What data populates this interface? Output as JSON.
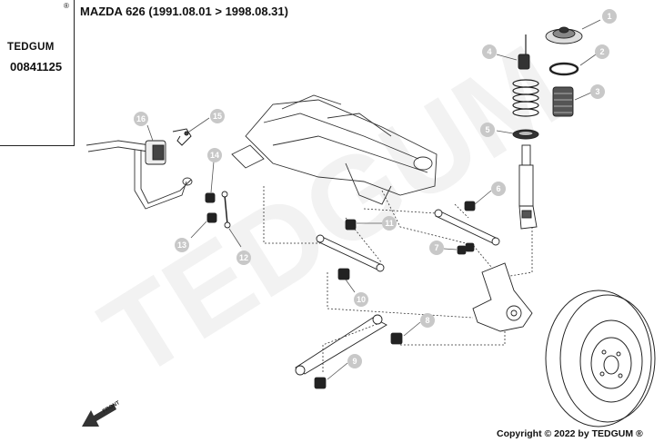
{
  "header": {
    "title": "MAZDA 626 (1991.08.01 > 1998.08.31)"
  },
  "logo": {
    "brand": "TEDGUM",
    "reg_mark": "®",
    "part_number": "00841125"
  },
  "front_label": "FRONT",
  "footer": {
    "copyright": "Copyright © 2022 by TEDGUM ®"
  },
  "watermark": "TEDGUM",
  "callouts": [
    "1",
    "2",
    "3",
    "4",
    "5",
    "6",
    "7",
    "8",
    "9",
    "10",
    "11",
    "12",
    "13",
    "14",
    "15",
    "16"
  ],
  "colors": {
    "callout_bg": "#c8c8c8",
    "line": "#222222",
    "watermark": "#f2f2f2",
    "logo_yellow": "#f5c400"
  }
}
